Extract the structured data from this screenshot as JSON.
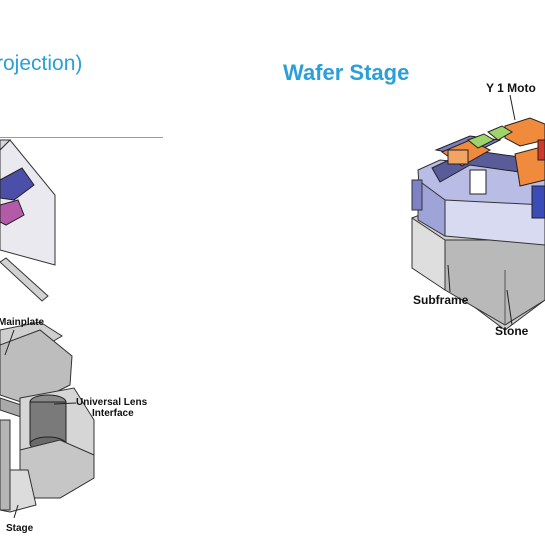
{
  "left_panel": {
    "heading": "rojection)",
    "labels": {
      "mainplate": "Mainplate",
      "universal_lens_line1": "Universal Lens",
      "universal_lens_line2": "Interface",
      "stage": "Stage"
    }
  },
  "right_panel": {
    "heading": "Wafer Stage",
    "labels": {
      "y1_motor": "Y 1 Moto",
      "subframe": "Subframe",
      "stone": "Stone"
    }
  },
  "colors": {
    "heading": "#2b9fd8",
    "frame_blue": "#b9bde6",
    "frame_dark": "#5a5c9a",
    "stone_gray": "#c9c9c9",
    "motor_orange": "#f08a3c",
    "motor_green": "#9fd46a"
  }
}
